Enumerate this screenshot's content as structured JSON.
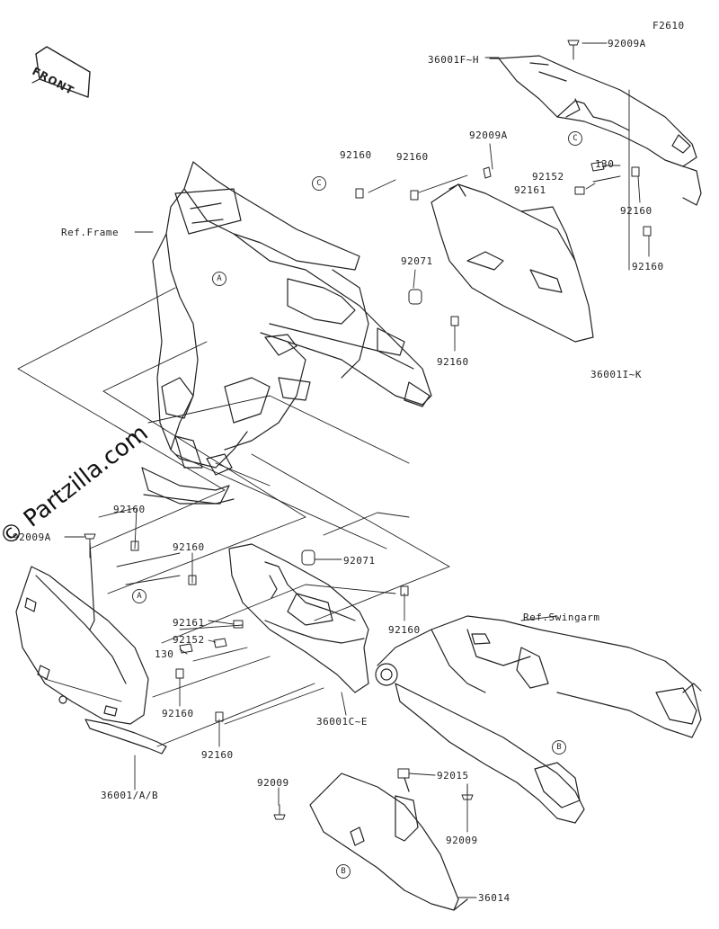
{
  "figure_code": "F2610",
  "front_label": "FRONT",
  "watermark": "© Partzilla.com",
  "reference_labels": {
    "frame": "Ref.Frame",
    "swingarm": "Ref.Swingarm"
  },
  "part_numbers": {
    "p92009A_top": "92009A",
    "p36001FH": "36001F~H",
    "p92009A_mid": "92009A",
    "p92160_a": "92160",
    "p92160_b": "92160",
    "p130_top": "130",
    "p92152_top": "92152",
    "p92161_top": "92161",
    "p92160_c": "92160",
    "p92071_top": "92071",
    "p92160_d": "92160",
    "p92160_e": "92160",
    "p36001IK": "36001I~K",
    "p92160_f": "92160",
    "p92009A_left": "92009A",
    "p92160_g": "92160",
    "p92071_mid": "92071",
    "p92161_mid": "92161",
    "p92152_mid": "92152",
    "p130_mid": "130",
    "p92160_h": "92160",
    "p92160_i": "92160",
    "p36001CE": "36001C~E",
    "p92160_j": "92160",
    "p36001AB": "36001/A/B",
    "p92009_left": "92009",
    "p92015": "92015",
    "p92009_right": "92009",
    "p36014": "36014"
  },
  "callouts": {
    "A": "A",
    "B": "B",
    "C": "C"
  }
}
